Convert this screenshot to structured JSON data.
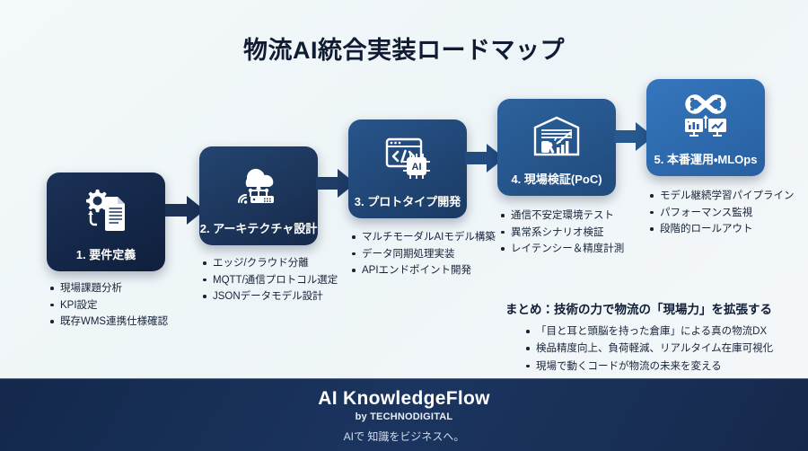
{
  "title": "物流AI統合実装ロードマップ",
  "colors": {
    "background": "#f2f7f9",
    "step1": "#0f1f3d",
    "step2": "#16294a",
    "step3": "#1b3a63",
    "step4": "#204a7c",
    "step5": "#2760a0",
    "arrow": "#1b3a63",
    "text": "#17233a",
    "footer": "#13284b"
  },
  "steps": [
    {
      "label": "1. 要件定義",
      "icon": "gear-document-icon",
      "bullets": [
        "現場課題分析",
        "KPI設定",
        "既存WMS連携仕様確認"
      ]
    },
    {
      "label": "2. アーキテクチャ設計",
      "icon": "cloud-network-icon",
      "bullets": [
        "エッジ/クラウド分離",
        "MQTT/通信プロトコル選定",
        "JSONデータモデル設計"
      ]
    },
    {
      "label": "3. プロトタイプ開発",
      "icon": "code-window-ai-chip-icon",
      "bullets": [
        "マルチモーダルAIモデル構築",
        "データ同期処理実装",
        "APIエンドポイント開発"
      ]
    },
    {
      "label": "4. 現場検証(PoC)",
      "icon": "warehouse-scanner-chart-icon",
      "bullets": [
        "通信不安定環境テスト",
        "異常系シナリオ検証",
        "レイテンシー＆精度計測"
      ]
    },
    {
      "label": "5. 本番運用・MLOps",
      "icon": "infinity-monitors-icon",
      "bullets": [
        "モデル継続学習パイプライン",
        "パフォーマンス監視",
        "段階的ロールアウト"
      ]
    }
  ],
  "summary": {
    "title": "まとめ：技術の力で物流の「現場力」を拡張する",
    "bullets": [
      "「目と耳と頭脳を持った倉庫」による真の物流DX",
      "検品精度向上、負荷軽減、リアルタイム在庫可視化",
      "現場で動くコードが物流の未来を変える"
    ]
  },
  "footer": {
    "brand": "AI KnowledgeFlow",
    "by": "by TECHNODIGITAL",
    "tagline": "AIで 知識をビジネスへ。"
  }
}
